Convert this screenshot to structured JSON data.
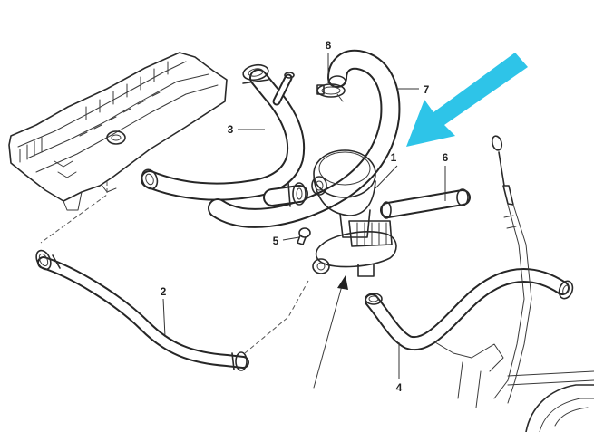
{
  "callouts": [
    {
      "id": "1",
      "text": "1"
    },
    {
      "id": "2",
      "text": "2"
    },
    {
      "id": "3",
      "text": "3"
    },
    {
      "id": "4",
      "text": "4"
    },
    {
      "id": "5",
      "text": "5"
    },
    {
      "id": "6",
      "text": "6"
    },
    {
      "id": "7",
      "text": "7"
    },
    {
      "id": "8",
      "text": "8"
    }
  ],
  "colors": {
    "highlight_arrow": "#2ec4e8",
    "line": "#262626",
    "background": "#ffffff"
  }
}
